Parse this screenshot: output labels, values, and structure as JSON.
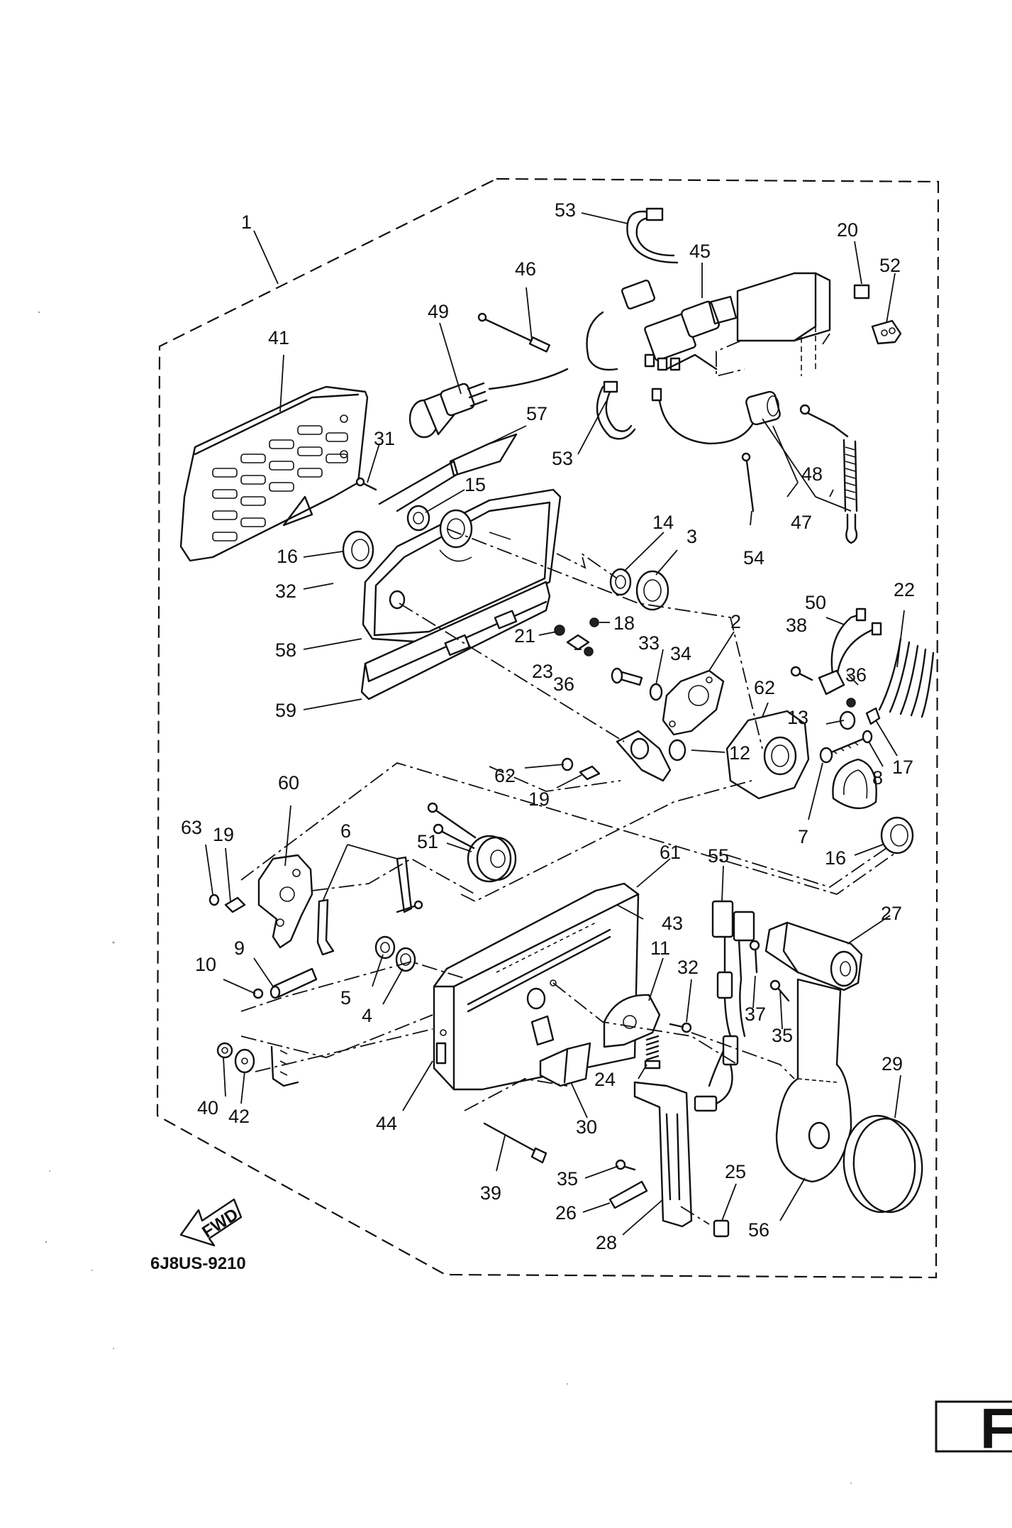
{
  "diagram": {
    "drawing_code": "6J8US-9210",
    "direction_label": "FWD",
    "corner_tab_text": "F",
    "callouts": [
      {
        "id": "c1",
        "text": "1"
      },
      {
        "id": "c2",
        "text": "2"
      },
      {
        "id": "c3",
        "text": "3"
      },
      {
        "id": "c4",
        "text": "4"
      },
      {
        "id": "c5",
        "text": "5"
      },
      {
        "id": "c6",
        "text": "6"
      },
      {
        "id": "c7",
        "text": "7"
      },
      {
        "id": "c8",
        "text": "8"
      },
      {
        "id": "c9",
        "text": "9"
      },
      {
        "id": "c10",
        "text": "10"
      },
      {
        "id": "c11",
        "text": "11"
      },
      {
        "id": "c12",
        "text": "12"
      },
      {
        "id": "c13",
        "text": "13"
      },
      {
        "id": "c14",
        "text": "14"
      },
      {
        "id": "c15",
        "text": "15"
      },
      {
        "id": "c16a",
        "text": "16"
      },
      {
        "id": "c16b",
        "text": "16"
      },
      {
        "id": "c17",
        "text": "17"
      },
      {
        "id": "c18",
        "text": "18"
      },
      {
        "id": "c19a",
        "text": "19"
      },
      {
        "id": "c19b",
        "text": "19"
      },
      {
        "id": "c20",
        "text": "20"
      },
      {
        "id": "c21",
        "text": "21"
      },
      {
        "id": "c22",
        "text": "22"
      },
      {
        "id": "c23",
        "text": "23"
      },
      {
        "id": "c24",
        "text": "24"
      },
      {
        "id": "c25",
        "text": "25"
      },
      {
        "id": "c26",
        "text": "26"
      },
      {
        "id": "c27",
        "text": "27"
      },
      {
        "id": "c28",
        "text": "28"
      },
      {
        "id": "c29",
        "text": "29"
      },
      {
        "id": "c30",
        "text": "30"
      },
      {
        "id": "c31",
        "text": "31"
      },
      {
        "id": "c32a",
        "text": "32"
      },
      {
        "id": "c32b",
        "text": "32"
      },
      {
        "id": "c33",
        "text": "33"
      },
      {
        "id": "c34",
        "text": "34"
      },
      {
        "id": "c35a",
        "text": "35"
      },
      {
        "id": "c35b",
        "text": "35"
      },
      {
        "id": "c36a",
        "text": "36"
      },
      {
        "id": "c36b",
        "text": "36"
      },
      {
        "id": "c37",
        "text": "37"
      },
      {
        "id": "c38",
        "text": "38"
      },
      {
        "id": "c39",
        "text": "39"
      },
      {
        "id": "c40",
        "text": "40"
      },
      {
        "id": "c41",
        "text": "41"
      },
      {
        "id": "c42",
        "text": "42"
      },
      {
        "id": "c43",
        "text": "43"
      },
      {
        "id": "c44",
        "text": "44"
      },
      {
        "id": "c45",
        "text": "45"
      },
      {
        "id": "c46",
        "text": "46"
      },
      {
        "id": "c47",
        "text": "47"
      },
      {
        "id": "c48",
        "text": "48"
      },
      {
        "id": "c49",
        "text": "49"
      },
      {
        "id": "c50",
        "text": "50"
      },
      {
        "id": "c51",
        "text": "51"
      },
      {
        "id": "c52",
        "text": "52"
      },
      {
        "id": "c53a",
        "text": "53"
      },
      {
        "id": "c53b",
        "text": "53"
      },
      {
        "id": "c54",
        "text": "54"
      },
      {
        "id": "c55",
        "text": "55"
      },
      {
        "id": "c56",
        "text": "56"
      },
      {
        "id": "c57",
        "text": "57"
      },
      {
        "id": "c58",
        "text": "58"
      },
      {
        "id": "c59",
        "text": "59"
      },
      {
        "id": "c60",
        "text": "60"
      },
      {
        "id": "c61",
        "text": "61"
      },
      {
        "id": "c62a",
        "text": "62"
      },
      {
        "id": "c62b",
        "text": "62"
      },
      {
        "id": "c63",
        "text": "63"
      }
    ]
  }
}
